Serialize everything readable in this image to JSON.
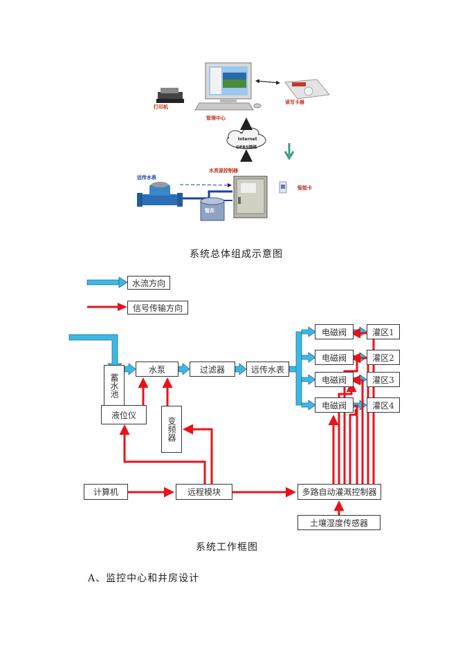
{
  "composition_diagram": {
    "labels": {
      "printer": "打印机",
      "management_center": "管理中心",
      "card_reader": "读写卡器",
      "internet": "Internet",
      "gprs": "GPRS网络",
      "remote_meter": "远传水表",
      "controller": "水资源控制器",
      "well": "管井",
      "smart_card": "智能卡"
    },
    "caption": "系统总体组成示意图"
  },
  "legend": {
    "water_flow": "水流方向",
    "signal": "信号传输方向"
  },
  "block_diagram": {
    "reservoir": "蓄水池",
    "level_meter": "液位仪",
    "pump": "水泵",
    "filter": "过滤器",
    "remote_meter": "远传水表",
    "inverter": "变频器",
    "valves": [
      "电磁阀",
      "电磁阀",
      "电磁阀",
      "电磁阀"
    ],
    "zones": [
      "灌区1",
      "灌区2",
      "灌区3",
      "灌区4"
    ],
    "computer": "计算机",
    "remote_module": "远程模块",
    "controller": "多路自动灌溉控制器",
    "soil_sensor": "土壤湿度传感器",
    "caption": "系统工作框图"
  },
  "section_heading": "A、监控中心和井房设计",
  "colors": {
    "water_flow": "#3fb7e6",
    "signal": "#e8121a"
  }
}
